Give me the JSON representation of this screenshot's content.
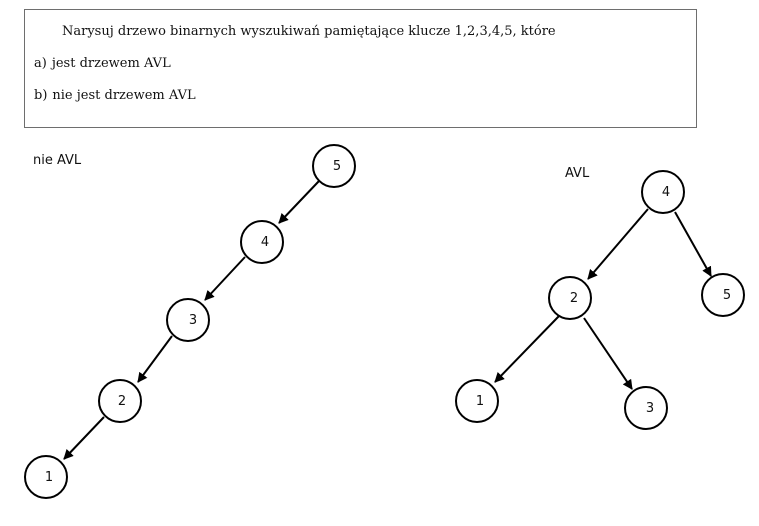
{
  "task": {
    "prompt": "Narysuj drzewo binarnych wyszukiwań pamiętające klucze 1,2,3,4,5, które",
    "options": [
      {
        "letter": "a)",
        "text": "jest drzewem AVL"
      },
      {
        "letter": "b)",
        "text": "nie jest drzewem AVL"
      }
    ]
  },
  "trees": {
    "non_avl": {
      "label": "nie AVL",
      "nodes": [
        "5",
        "4",
        "3",
        "2",
        "1"
      ],
      "edges": [
        [
          "5",
          "4"
        ],
        [
          "4",
          "3"
        ],
        [
          "3",
          "2"
        ],
        [
          "2",
          "1"
        ]
      ]
    },
    "avl": {
      "label": "AVL",
      "nodes": [
        "4",
        "2",
        "5",
        "1",
        "3"
      ],
      "edges": [
        [
          "4",
          "2"
        ],
        [
          "4",
          "5"
        ],
        [
          "2",
          "1"
        ],
        [
          "2",
          "3"
        ]
      ]
    }
  },
  "colors": {
    "stroke": "#000000",
    "border": "#6e6e6e"
  }
}
